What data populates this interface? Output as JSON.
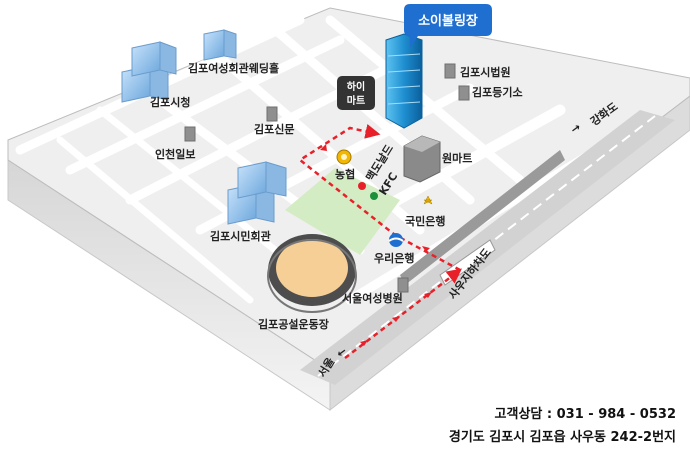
{
  "map": {
    "venue_callout": "소이볼링장",
    "labels": {
      "wedding_hall": "김포여성회관웨딩홀",
      "city_hall": "김포시청",
      "incheon_ilbo": "인천일보",
      "gimpo_sinmun": "김포신문",
      "court": "김포시법원",
      "registry": "김포등기소",
      "hi_mart_line1": "하이",
      "hi_mart_line2": "마트",
      "mcdonalds": "맥도날드",
      "nonghyup": "농협",
      "kfc": "KFC",
      "one_mart": "원마트",
      "kookmin_bank": "국민은행",
      "citizens_hall": "김포시민회관",
      "woori_bank": "우리은행",
      "seoul_womens_hospital": "서울여성병원",
      "stadium": "김포공설운동장",
      "ganghwa": "강화도",
      "sau_underpass": "사우지하차도",
      "seoul": "서울"
    },
    "arrows": {
      "to_ganghwa": "→",
      "to_seoul": "←"
    }
  },
  "contact": {
    "phone": "고객상담 : 031 - 984 - 0532",
    "address": "경기도 김포시 김포읍 사우동 242-2번지"
  },
  "colors": {
    "route": "#e8202a",
    "callout": "#1f6fd1",
    "tower": "#1e8fd1",
    "grass": "#d4ecc4",
    "stadium_field": "#f6cf97"
  }
}
